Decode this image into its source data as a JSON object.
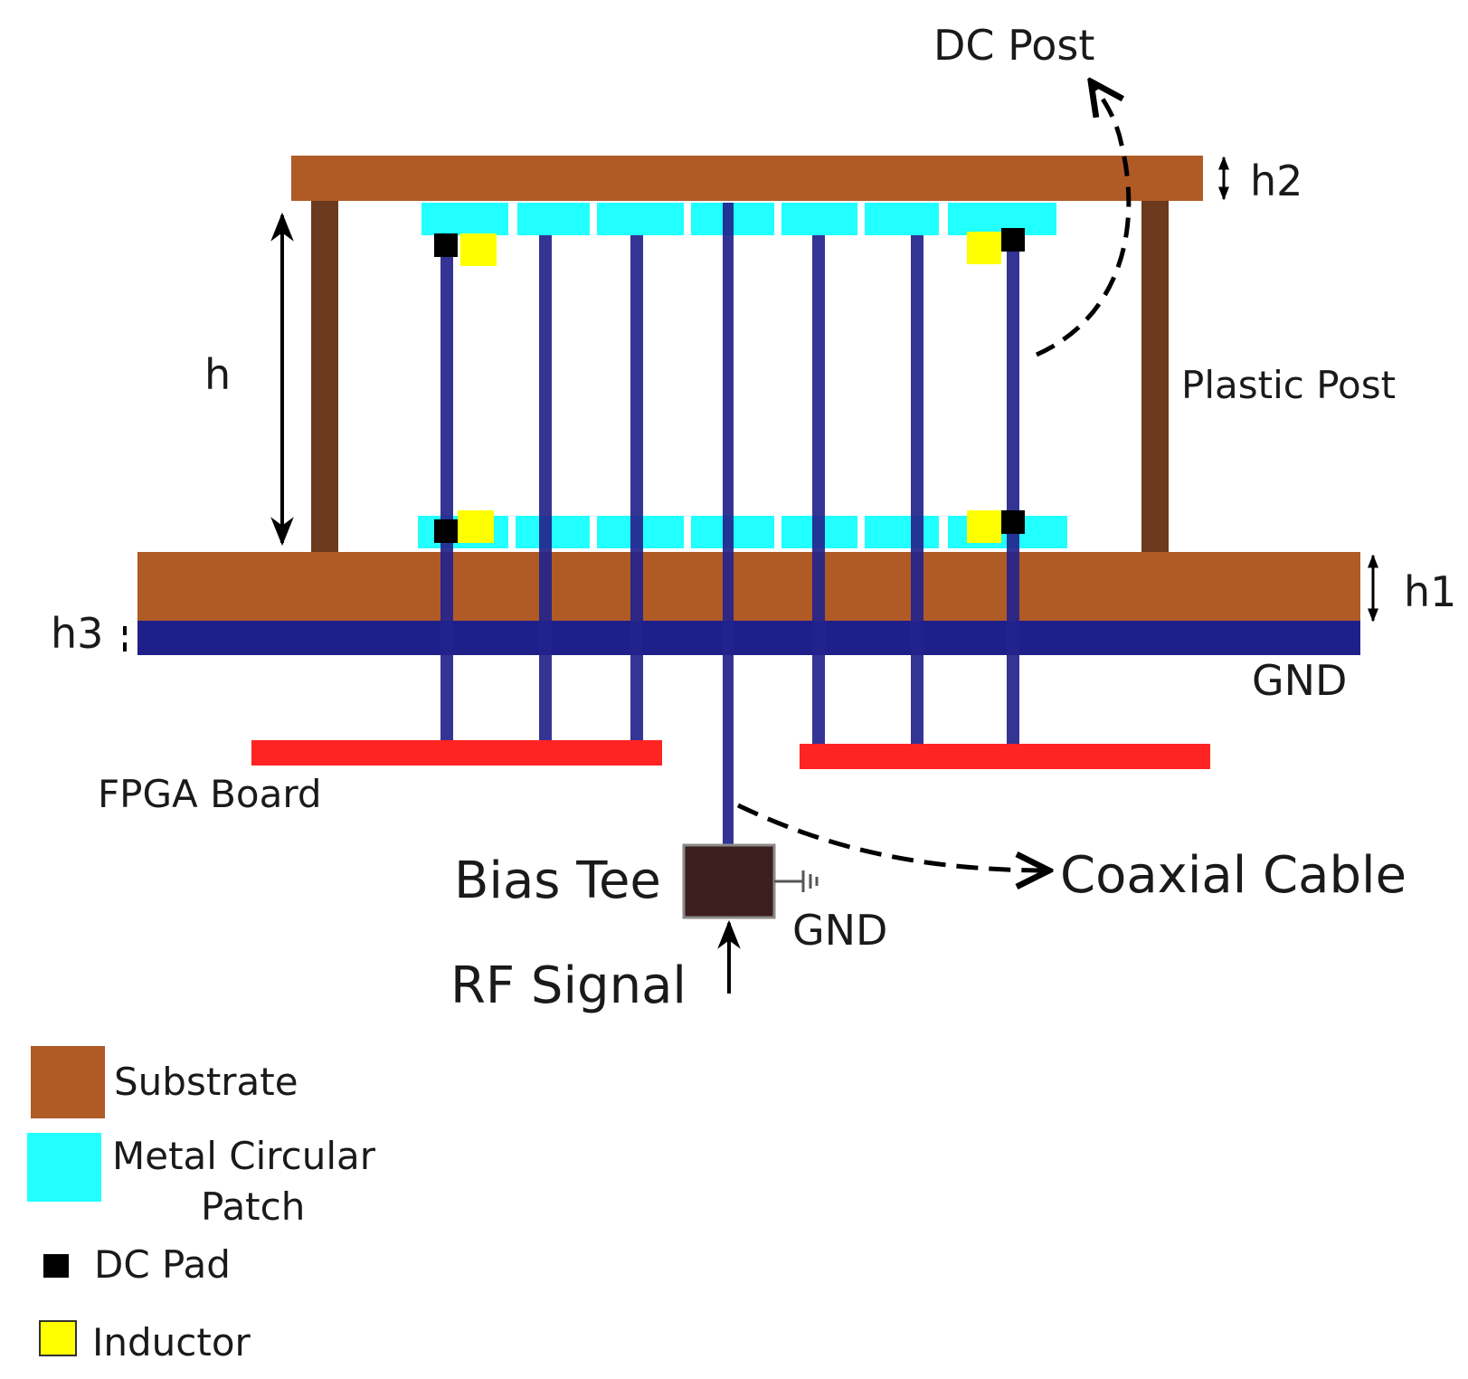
{
  "colors": {
    "substrate": "#b05a26",
    "substrate_edge": "#8a4418",
    "post": "#6b3a1f",
    "metal_patch": "#22ffff",
    "via": "#23238c",
    "gnd": "#1f1f8a",
    "fpga": "#ff2424",
    "dc_pad": "#000000",
    "inductor": "#ffff00",
    "bias_tee": "#3d1e1e"
  },
  "labels": {
    "dc_post": "DC Post",
    "h2": "h2",
    "h": "h",
    "plastic_post": "Plastic Post",
    "h1": "h1",
    "h3": "h3",
    "gnd_right": "GND",
    "fpga_board": "FPGA Board",
    "bias_tee": "Bias Tee",
    "coaxial_cable": "Coaxial Cable",
    "gnd_bias": "GND",
    "rf_signal": "RF Signal"
  },
  "legend": {
    "substrate": "Substrate",
    "metal_line1": "Metal Circular",
    "metal_line2": "Patch",
    "dc_pad": "DC Pad",
    "inductor": "Inductor"
  },
  "icons": {
    "ground": "ground-symbol-icon",
    "arrow": "arrow-icon"
  }
}
